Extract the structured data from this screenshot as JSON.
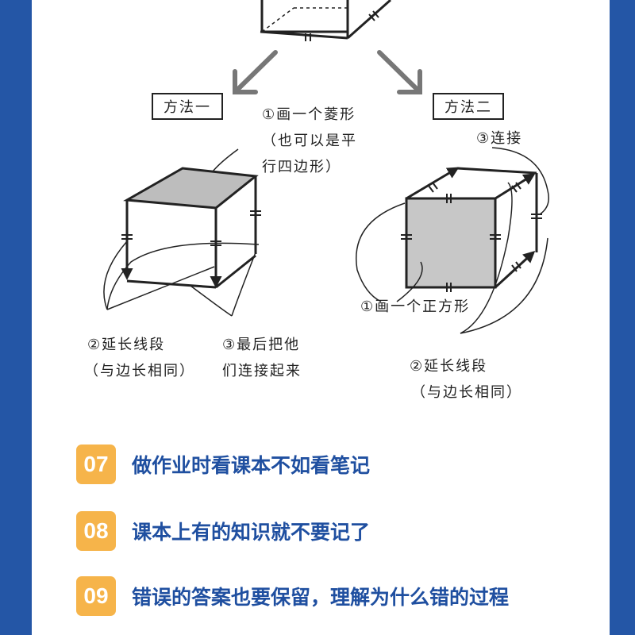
{
  "diagram": {
    "method1": {
      "label": "方法一",
      "step1_line1": "①画一个菱形",
      "step1_line2": "（也可以是平",
      "step1_line3": "行四边形）",
      "step2_line1": "②延长线段",
      "step2_line2": "（与边长相同）",
      "step3_line1": "③最后把他",
      "step3_line2": "们连接起来"
    },
    "method2": {
      "label": "方法二",
      "step3": "③连接",
      "step1": "①画一个正方形",
      "step2_line1": "②延长线段",
      "step2_line2": "（与边长相同）"
    }
  },
  "tips": [
    {
      "number": "07",
      "text": "做作业时看课本不如看笔记"
    },
    {
      "number": "08",
      "text": "课本上有的知识就不要记了"
    },
    {
      "number": "09",
      "text": "错误的答案也要保留，理解为什么错的过程"
    }
  ],
  "colors": {
    "border_blue": "#2456a6",
    "badge_orange": "#f6b44a",
    "tip_text_blue": "#1f4fa0",
    "face_gray": "#bdbdbd"
  }
}
